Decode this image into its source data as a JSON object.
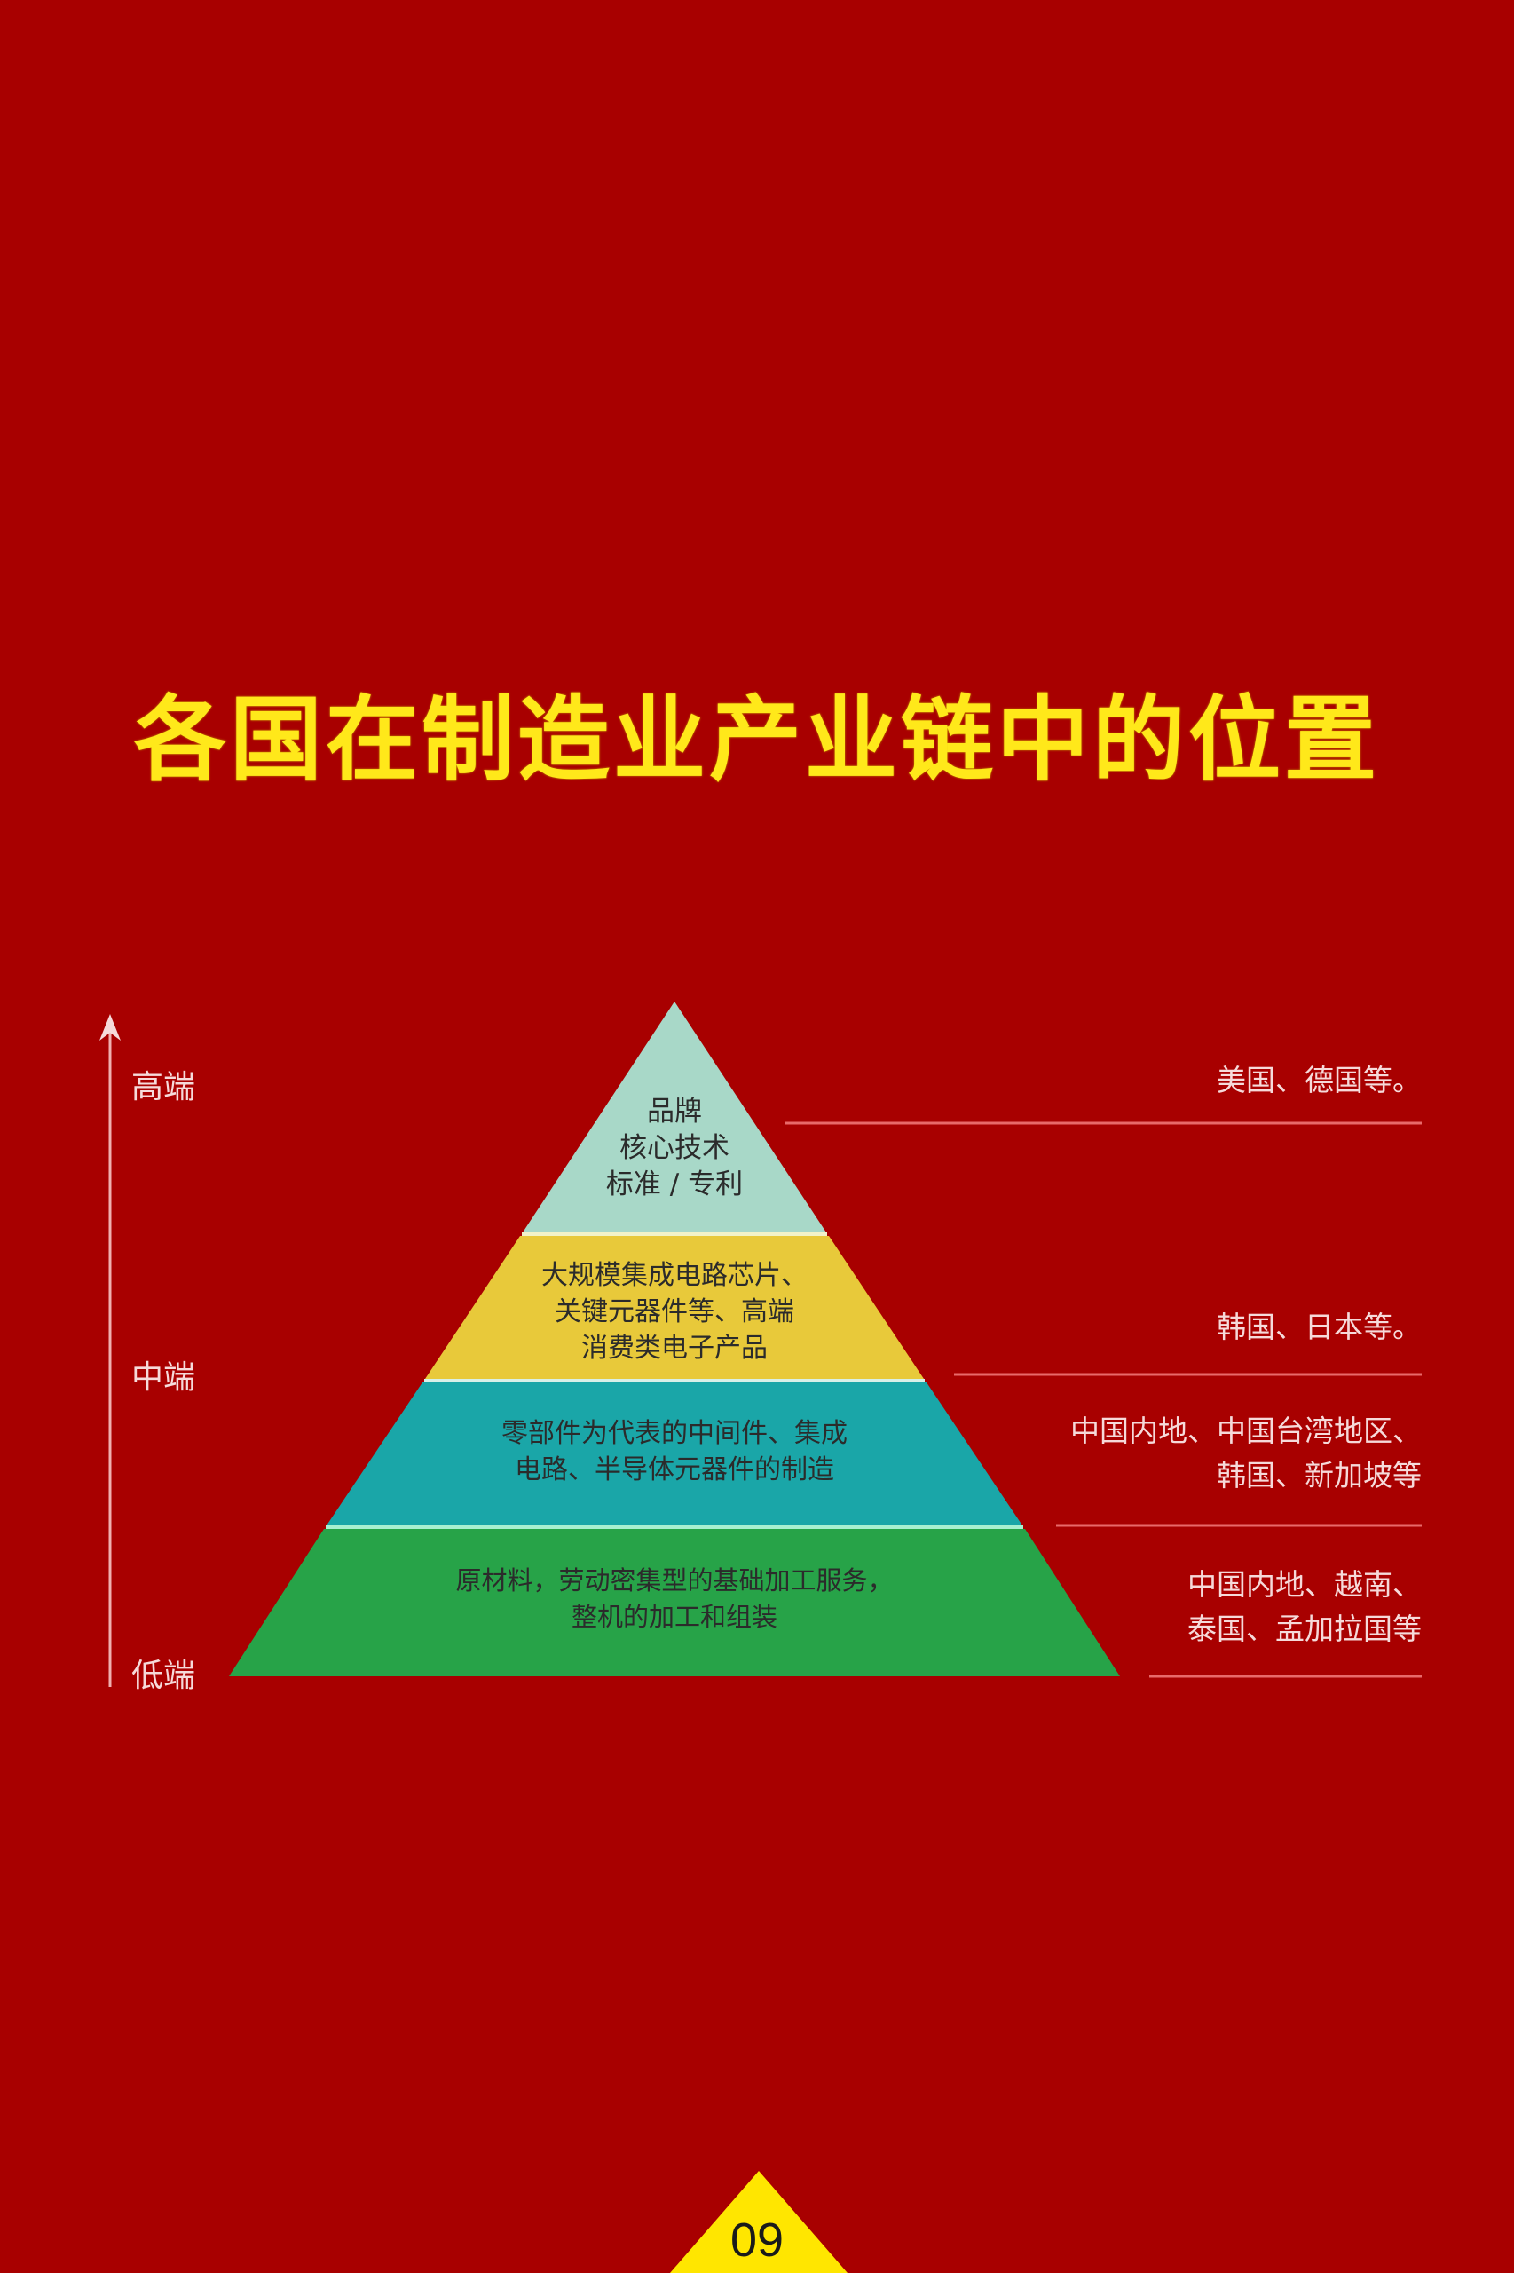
{
  "title": "各国在制造业产业链中的位置",
  "axis": {
    "labels": {
      "high": "高端",
      "mid": "中端",
      "low": "低端"
    }
  },
  "pyramid": {
    "tiers": [
      {
        "level": "top",
        "text": "品牌\n核心技术\n标准 / 专利",
        "color": "#a8d8c8"
      },
      {
        "level": "upper-middle",
        "text": "大规模集成电路芯片、\n关键元器件等、高端\n消费类电子产品",
        "color": "#e8c93a"
      },
      {
        "level": "lower-middle",
        "text": "零部件为代表的中间件、集成\n电路、半导体元器件的制造",
        "color": "#1aa6a8"
      },
      {
        "level": "bottom",
        "text": "原材料，劳动密集型的基础加工服务，\n整机的加工和组装",
        "color": "#27a348"
      }
    ],
    "separator_color": "#f2f2c8"
  },
  "countries": [
    {
      "tier": "top",
      "text": "美国、德国等。"
    },
    {
      "tier": "upper-middle",
      "text": "韩国、日本等。"
    },
    {
      "tier": "lower-middle",
      "text": "中国内地、中国台湾地区、\n韩国、新加坡等"
    },
    {
      "tier": "bottom",
      "text": "中国内地、越南、\n泰国、孟加拉国等"
    }
  ],
  "colors": {
    "background": "#a80000",
    "title": "#ffe81a",
    "page_badge": "#ffe600",
    "rule": "#e86a6a"
  },
  "page": {
    "number": "09"
  }
}
